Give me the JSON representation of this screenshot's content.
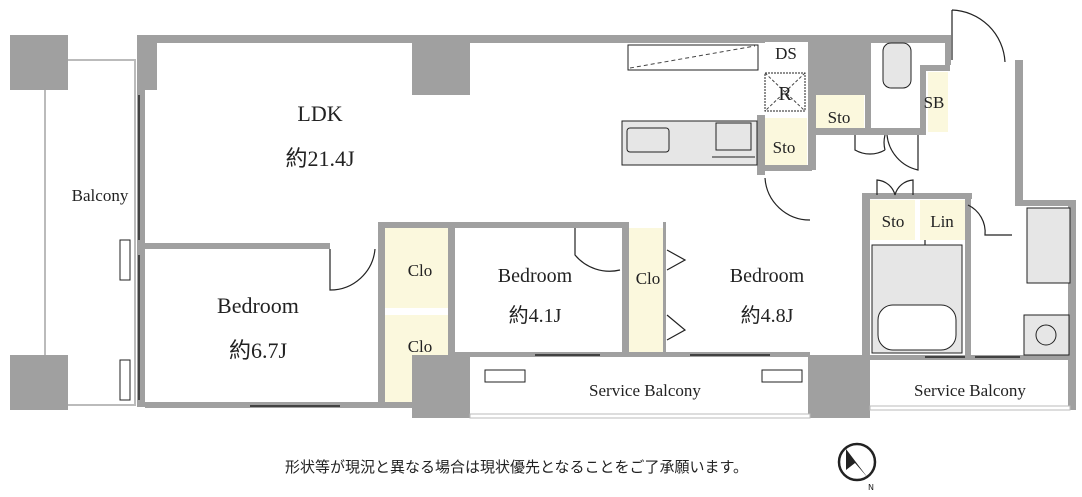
{
  "rooms": {
    "ldk": {
      "label": "LDK",
      "size": "約21.4J"
    },
    "bedroom_left": {
      "label": "Bedroom",
      "size": "約6.7J"
    },
    "bedroom_mid": {
      "label": "Bedroom",
      "size": "約4.1J"
    },
    "bedroom_right": {
      "label": "Bedroom",
      "size": "約4.8J"
    },
    "balcony": "Balcony",
    "service_balcony_1": "Service Balcony",
    "service_balcony_2": "Service Balcony",
    "clo_1": "Clo",
    "clo_2": "Clo",
    "clo_3": "Clo",
    "sto_kitchen": "Sto",
    "sto_hall": "Sto",
    "sto_bath": "Sto",
    "lin": "Lin",
    "sb": "SB",
    "ds": "DS",
    "r": "R"
  },
  "compass": {
    "label": "N"
  },
  "footer_note": "形状等が現況と異なる場合は現状優先となることをご了承願います。",
  "colors": {
    "wall": "#a0a0a0",
    "closet": "#fbf8dd",
    "fixture": "#e6e6e6"
  }
}
